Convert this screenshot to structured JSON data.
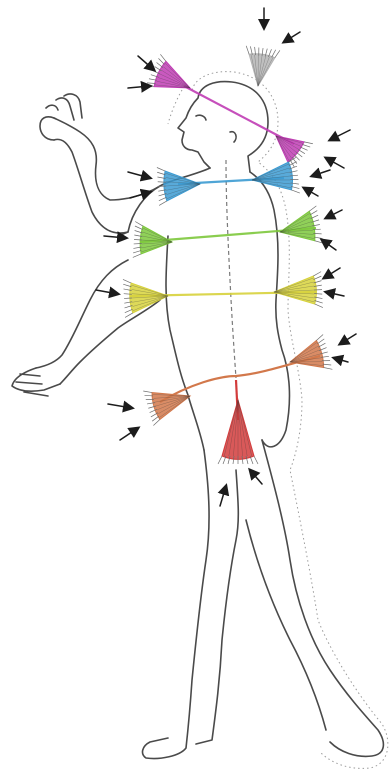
{
  "figure": {
    "chakras": [
      {
        "name": "crown",
        "color": "#b4b4b4"
      },
      {
        "name": "third-eye",
        "color": "#c03cb4"
      },
      {
        "name": "throat",
        "color": "#3c9bd2"
      },
      {
        "name": "heart",
        "color": "#7dc83c"
      },
      {
        "name": "solar-plexus",
        "color": "#d7d23c"
      },
      {
        "name": "sacral",
        "color": "#d2784b"
      },
      {
        "name": "root",
        "color": "#d23c3c"
      }
    ],
    "colors": {
      "outline": "#4a4a4a",
      "halo": "#9a9a9a",
      "arrow": "#1c1c1c",
      "background": "#ffffff"
    }
  }
}
